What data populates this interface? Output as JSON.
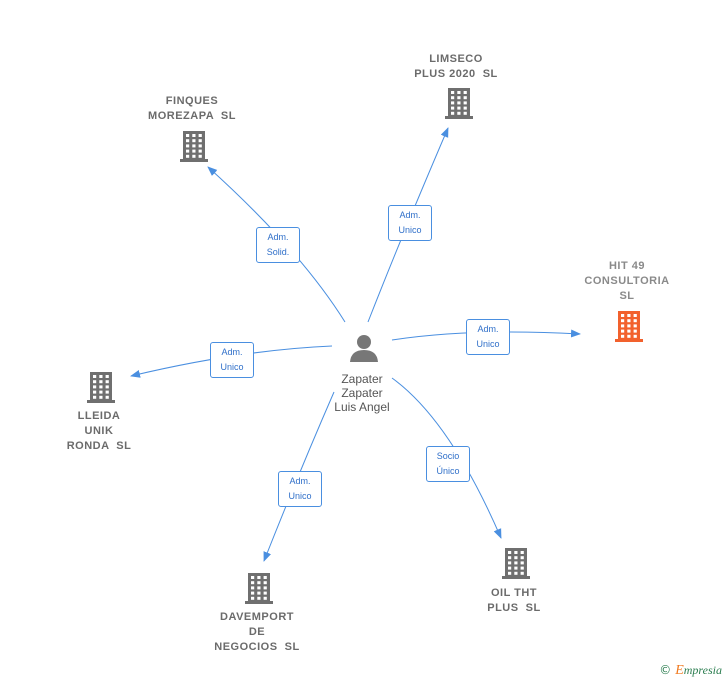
{
  "center": {
    "name": "Zapater\nZapater\nLuis Angel"
  },
  "companies": [
    {
      "id": "limseco",
      "name": "LIMSECO\nPLUS 2020  SL",
      "role": "Adm.\nUnico",
      "color": "#6f6f6f",
      "highlight": false
    },
    {
      "id": "finques",
      "name": "FINQUES\nMOREZAPA  SL",
      "role": "Adm.\nSolid.",
      "color": "#6f6f6f",
      "highlight": false
    },
    {
      "id": "hit49",
      "name": "HIT 49\nCONSULTORIA\nSL",
      "role": "Adm.\nUnico",
      "color": "#f2612d",
      "highlight": true
    },
    {
      "id": "lleida",
      "name": "LLEIDA\nUNIK\nRONDA  SL",
      "role": "Adm.\nUnico",
      "color": "#6f6f6f",
      "highlight": false
    },
    {
      "id": "oil",
      "name": "OIL THT\nPLUS  SL",
      "role": "Socio\nÚnico",
      "color": "#6f6f6f",
      "highlight": false
    },
    {
      "id": "davemport",
      "name": "DAVEMPORT\nDE\nNEGOCIOS  SL",
      "role": "Adm.\nUnico",
      "color": "#6f6f6f",
      "highlight": false
    }
  ],
  "colors": {
    "edge": "#4a8fe0",
    "person": "#777777"
  },
  "credit": {
    "symbol": "©",
    "brand_initial": "E",
    "brand_rest": "mpresia"
  }
}
